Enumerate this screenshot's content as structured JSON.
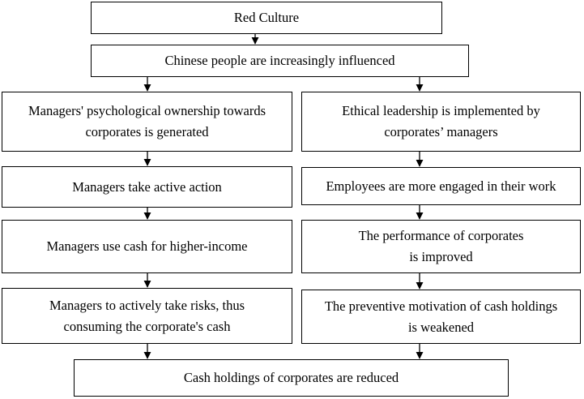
{
  "top": {
    "red_culture": "Red Culture",
    "influenced": "Chinese people are increasingly influenced"
  },
  "left_column": {
    "ownership": [
      "Managers' psychological ownership towards",
      "corporates is generated"
    ],
    "active_action": "Managers take active action",
    "higher_income": "Managers use cash for higher-income",
    "risks": [
      "Managers to actively take risks, thus",
      "consuming the corporate's cash"
    ]
  },
  "right_column": {
    "ethical": [
      "Ethical leadership is implemented by",
      "corporates’ managers"
    ],
    "engaged": "Employees are more engaged in their work",
    "performance": [
      "The performance of corporates",
      "is improved"
    ],
    "preventive": [
      "The preventive motivation of cash holdings",
      "is weakened"
    ]
  },
  "bottom": {
    "reduced": "Cash holdings of corporates are reduced"
  }
}
